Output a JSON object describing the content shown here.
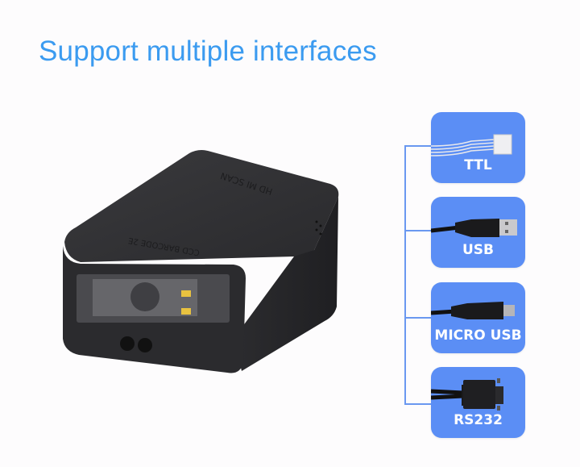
{
  "title": "Support multiple interfaces",
  "product": {
    "name": "barcode-scanner-module",
    "top_engraving": "HD MI SCAN",
    "side_engraving": "CCD BARCODE 2E"
  },
  "interfaces": [
    {
      "label": "TTL",
      "icon": "ttl-wire-connector-icon"
    },
    {
      "label": "USB",
      "icon": "usb-a-cable-icon"
    },
    {
      "label": "MICRO USB",
      "icon": "micro-usb-cable-icon"
    },
    {
      "label": "RS232",
      "icon": "rs232-db9-cable-icon"
    }
  ],
  "colors": {
    "title": "#3b9bf0",
    "card": "#5b8ef5",
    "connector_line": "#6a98f0",
    "background": "#fdfcfd"
  }
}
